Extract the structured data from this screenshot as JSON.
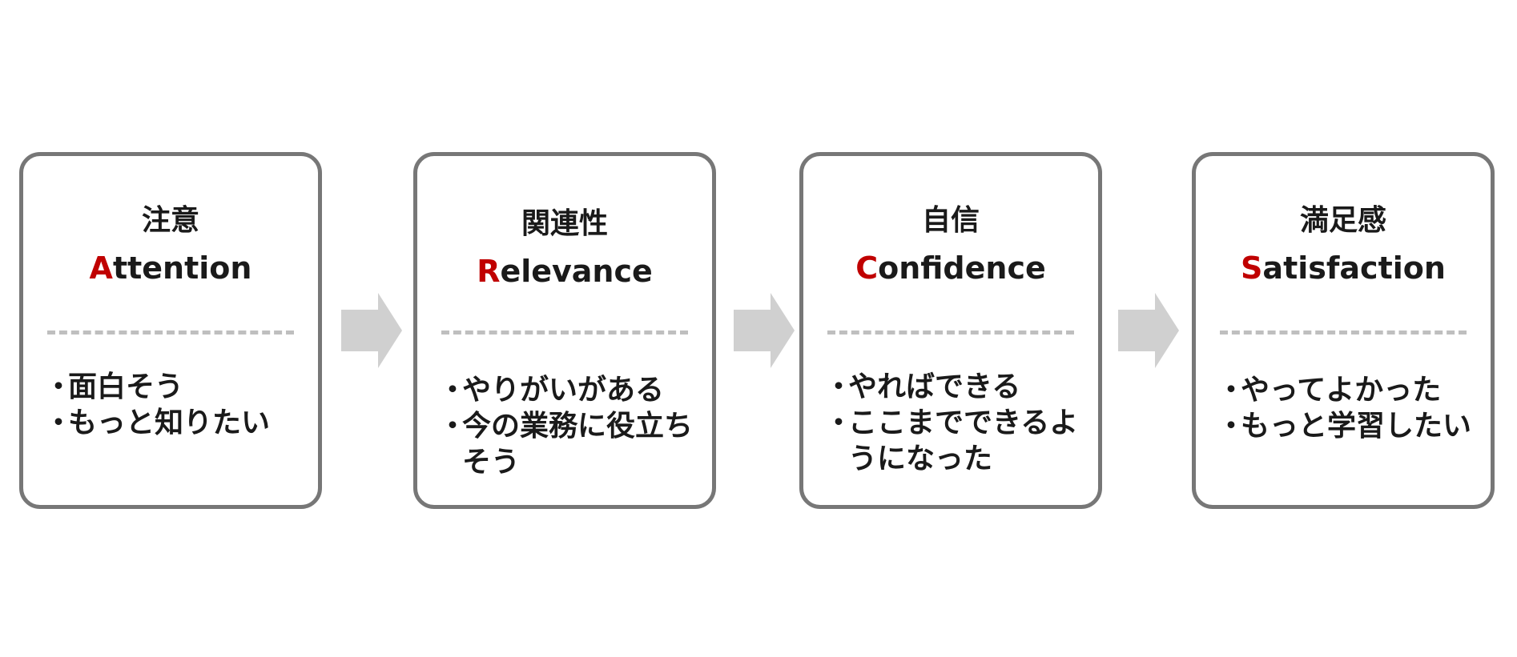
{
  "cards": [
    {
      "title": "注意",
      "initial": "A",
      "rest": "ttention",
      "bullets": [
        "面白そう",
        "もっと知りたい"
      ]
    },
    {
      "title": "関連性",
      "initial": "R",
      "rest": "elevance",
      "bullets": [
        "やりがいがある",
        "今の業務に役立ちそう"
      ]
    },
    {
      "title": "自信",
      "initial": "C",
      "rest": "onfidence",
      "bullets": [
        "やればできる",
        "ここまでできるようになった"
      ]
    },
    {
      "title": "満足感",
      "initial": "S",
      "rest": "atisfaction",
      "bullets": [
        "やってよかった",
        "もっと学習したい"
      ]
    }
  ],
  "bullet_symbol": "・",
  "colors": {
    "accent": "#c00000",
    "border": "#777777",
    "divider": "#bfbfbf",
    "arrow": "#d0d0d0",
    "text": "#1a1a1a"
  }
}
